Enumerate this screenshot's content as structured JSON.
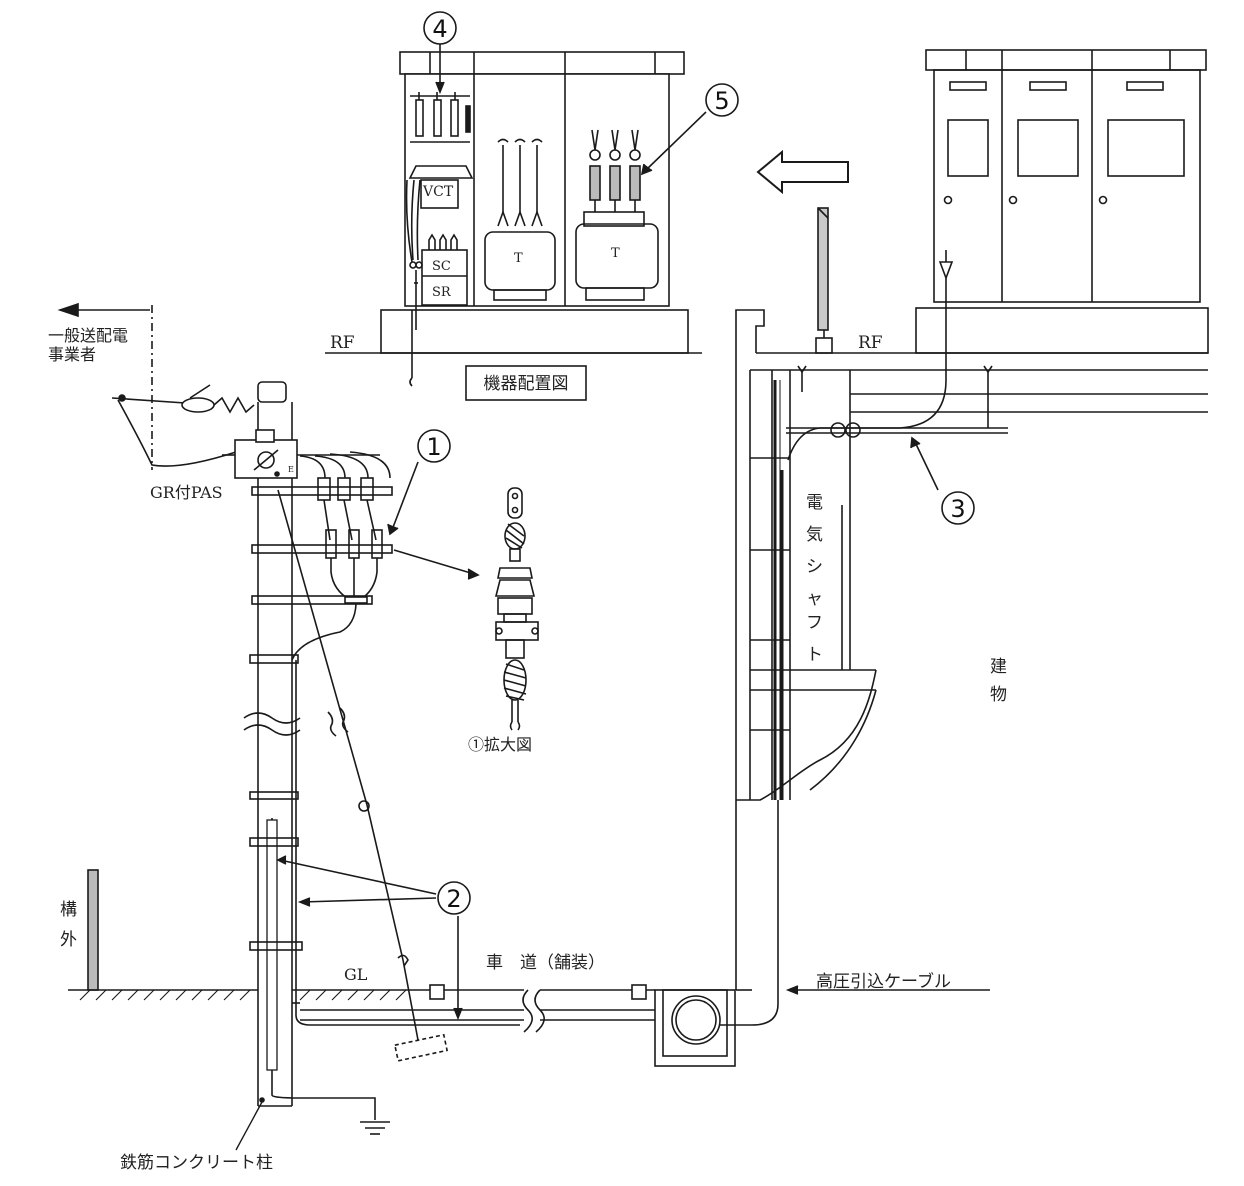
{
  "labels": {
    "utility": [
      "一般送配電",
      "事業者"
    ],
    "pas": "GR付PAS",
    "rf_left": "RF",
    "rf_right": "RF",
    "equipment_layout": "機器配置図",
    "vct": "VCT",
    "sc": "SC",
    "sr": "SR",
    "transformer_1": "T",
    "transformer_2": "T",
    "enlarged": "①拡大図",
    "shaft": [
      "電",
      "気",
      "シ",
      "ャ",
      "フ",
      "ト"
    ],
    "building": [
      "建",
      "物"
    ],
    "outside": [
      "構",
      "外"
    ],
    "gl": "GL",
    "road": "車　道（舗装）",
    "hv_cable": "高圧引込ケーブル",
    "pole": "鉄筋コンクリート柱",
    "e_mark": "E"
  },
  "callouts": [
    "①",
    "②",
    "③",
    "④",
    "⑤"
  ]
}
